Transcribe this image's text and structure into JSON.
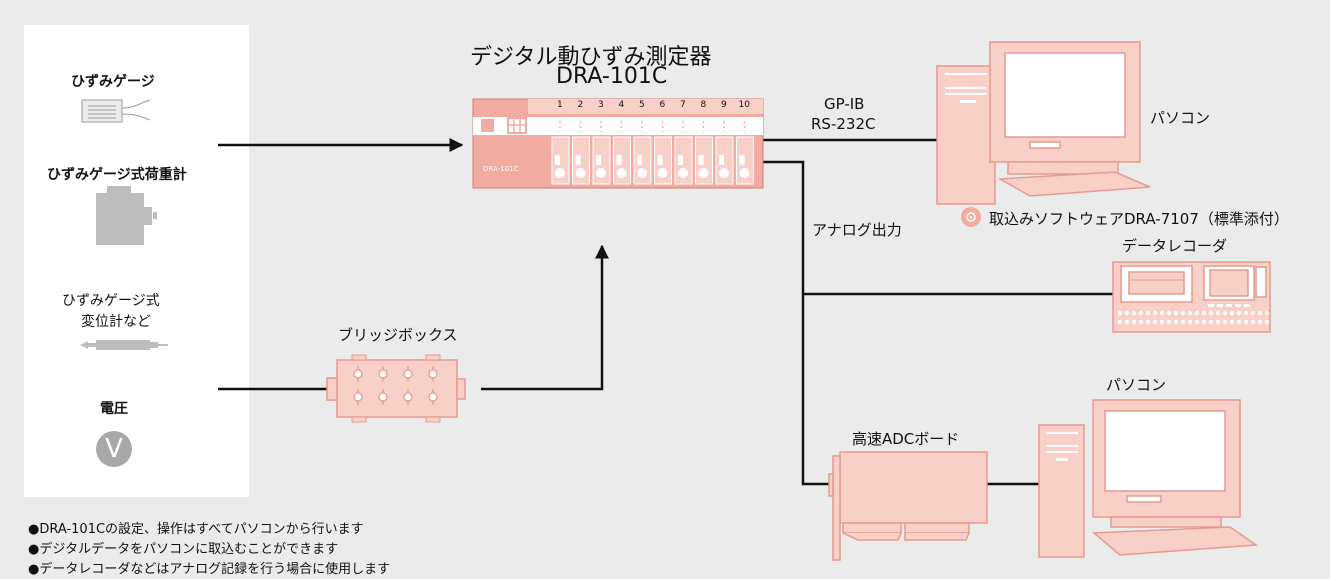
{
  "device": {
    "title_line1": "デジタル動ひずみ測定器",
    "title_line2": "DRA-101C",
    "body_label": "DRA-101C",
    "channels": [
      "1",
      "2",
      "3",
      "4",
      "5",
      "6",
      "7",
      "8",
      "9",
      "10"
    ]
  },
  "sensors": {
    "strain_gauge": "ひずみゲージ",
    "load_cell": "ひずみゲージ式荷重計",
    "displacement_line1": "ひずみゲージ式",
    "displacement_line2": "変位計など",
    "voltage": "電圧",
    "voltage_symbol": "V"
  },
  "bridge_box": {
    "label": "ブリッジボックス"
  },
  "interfaces": {
    "gpib": "GP-IB",
    "rs232c": "RS-232C",
    "analog_out": "アナログ出力"
  },
  "pc_top": {
    "label": "パソコン",
    "software": "取込みソフトウェアDRA-7107（標準添付）"
  },
  "recorder": {
    "label": "データレコーダ"
  },
  "adc": {
    "label": "高速ADCボード"
  },
  "pc_bottom": {
    "label": "パソコン"
  },
  "notes": [
    "●DRA-101Cの設定、操作はすべてパソコンから行います",
    "●デジタルデータをパソコンに取込むことができます",
    "●データレコーダなどはアナログ記録を行う場合に使用します"
  ],
  "colors": {
    "device_fill": "#f2aba0",
    "device_light": "#f9d0c8",
    "line": "#111111",
    "sensor_gray": "#bdbdbd",
    "background": "#ebebeb"
  }
}
